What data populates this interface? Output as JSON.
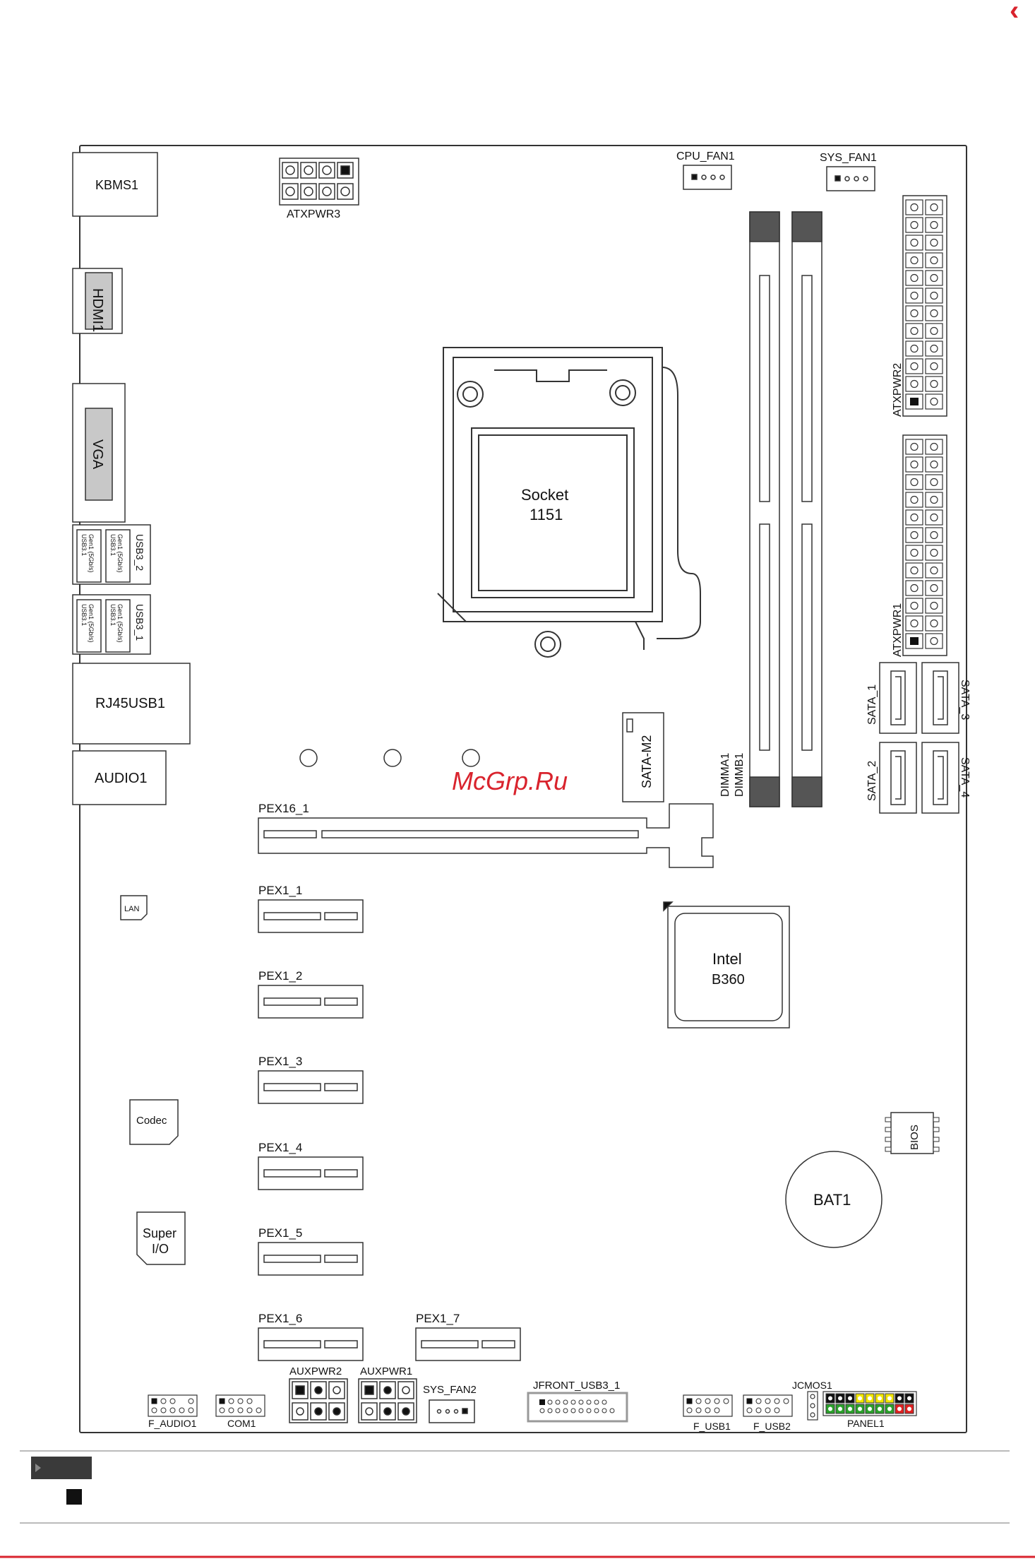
{
  "page": {
    "nav_arrow": "‹",
    "accent_color": "#d9232d",
    "watermark": "McGrp.Ru"
  },
  "board": {
    "rear_io": {
      "kbms": "KBMS1",
      "hdmi": "HDMI1",
      "vga": "VGA",
      "usb_group_2": {
        "label": "USB3_2",
        "port_a": "USB3.1\nGen1 (5Gb/s)",
        "port_b": "USB3.1\nGen1 (5Gb/s)"
      },
      "usb_group_1": {
        "label": "USB3_1",
        "port_a": "USB3.1\nGen1 (5Gb/s)",
        "port_b": "USB3.1\nGen1 (5Gb/s)"
      },
      "rj45": "RJ45USB1",
      "audio": "AUDIO1"
    },
    "power": {
      "atxpwr3": "ATXPWR3",
      "atxpwr2": "ATXPWR2",
      "atxpwr1": "ATXPWR1",
      "auxpwr2": "AUXPWR2",
      "auxpwr1": "AUXPWR1"
    },
    "fans": {
      "cpu_fan1": "CPU_FAN1",
      "sys_fan1": "SYS_FAN1",
      "sys_fan2": "SYS_FAN2"
    },
    "socket": {
      "line1": "Socket",
      "line2": "1151"
    },
    "memory": {
      "dimma1": "DIMMA1",
      "dimmb1": "DIMMB1"
    },
    "storage": {
      "sata_m2": "SATA-M2",
      "sata_1": "SATA_1",
      "sata_2": "SATA_2",
      "sata_3": "SATA_3",
      "sata_4": "SATA_4"
    },
    "slots": {
      "pex16_1": "PEX16_1",
      "pex1_1": "PEX1_1",
      "pex1_2": "PEX1_2",
      "pex1_3": "PEX1_3",
      "pex1_4": "PEX1_4",
      "pex1_5": "PEX1_5",
      "pex1_6": "PEX1_6",
      "pex1_7": "PEX1_7"
    },
    "chips": {
      "lan": "LAN",
      "codec": "Codec",
      "superio_line1": "Super",
      "superio_line2": "I/O",
      "chipset_line1": "Intel",
      "chipset_line2": "B360",
      "bios": "BIOS",
      "battery": "BAT1"
    },
    "headers": {
      "f_audio1": "F_AUDIO1",
      "com1": "COM1",
      "jfront_usb3_1": "JFRONT_USB3_1",
      "f_usb1": "F_USB1",
      "f_usb2": "F_USB2",
      "jcmos1": "JCMOS1",
      "panel1": "PANEL1"
    },
    "panel_pin_colors": {
      "top": [
        "#f2e600",
        "#f2e600",
        "#f2e600",
        "#111111",
        "#111111"
      ],
      "bottom": [
        "#2aa12a",
        "#2aa12a",
        "#2aa12a",
        "#e02020",
        "#e02020"
      ]
    }
  }
}
